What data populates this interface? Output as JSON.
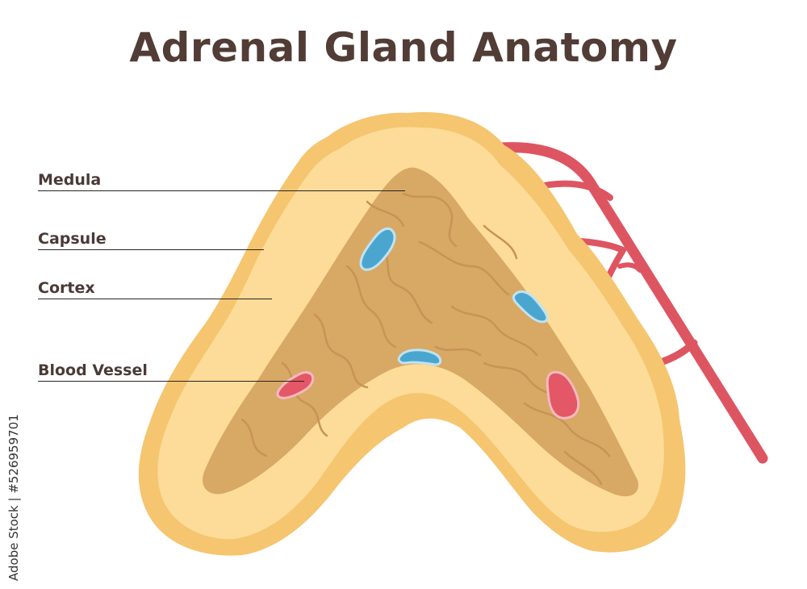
{
  "title": "Adrenal Gland Anatomy",
  "labels": {
    "medula": "Medula",
    "capsule": "Capsule",
    "cortex": "Cortex",
    "blood_vessel": "Blood Vessel"
  },
  "watermark": "Adobe Stock | #526959701",
  "colors": {
    "title": "#523c36",
    "capsule_outer": "#f5c56f",
    "capsule_inner": "#fcdc98",
    "medulla": "#d8a865",
    "medulla_detail": "#c89356",
    "vessel": "#de5562",
    "vein_blue": "#4aa6cf",
    "vein_red": "#e45767"
  }
}
